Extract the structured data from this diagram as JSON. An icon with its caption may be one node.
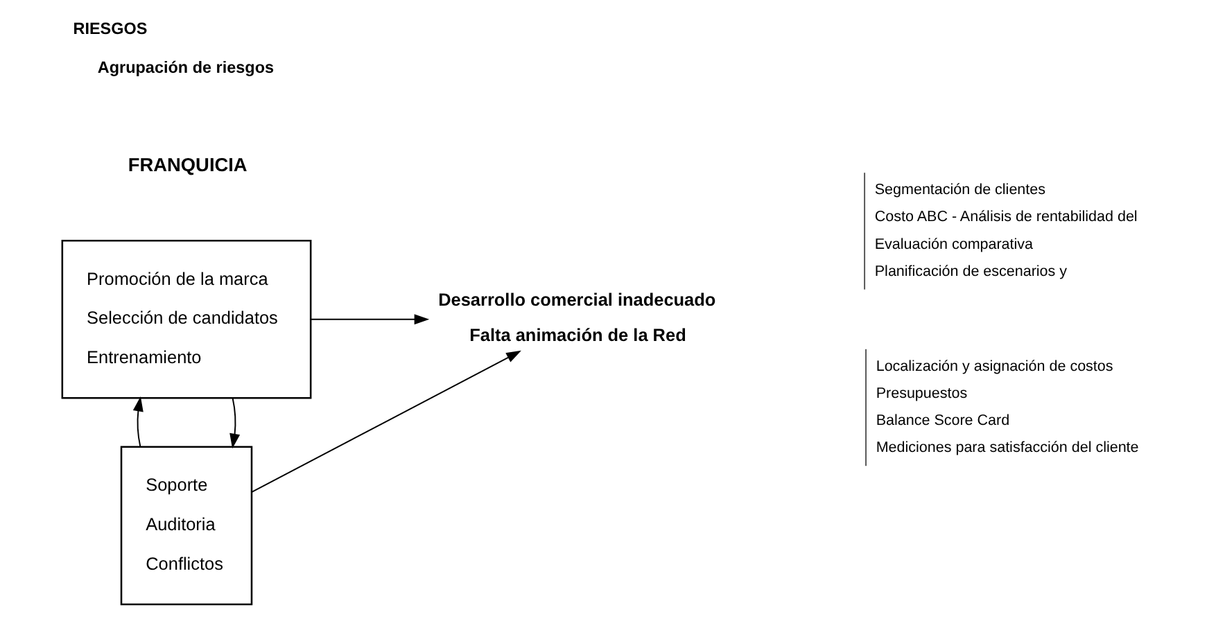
{
  "diagram": {
    "title": "RIESGOS",
    "nodes": [
      {
        "text": [
          "Promoción de la marca",
          "Selección de candidatos",
          "Entrenamiento"
        ]
      },
      {
        "text": [
          "Soporte",
          "Auditoria",
          "Conflictos"
        ]
      },
      {
        "text": [
          "Desarrollo comercial inadecuado",
          "Falta animación de la Red"
        ]
      }
    ],
    "edges": [
      {
        "from": 0,
        "to": 1,
        "arrow": "to"
      },
      {
        "from": 1,
        "to": 0,
        "arrow": "to"
      },
      {
        "from": 0,
        "to": 2,
        "arrow": "to"
      },
      {
        "from": 1,
        "to": 2,
        "arrow": "to"
      }
    ],
    "labels": [
      "FRANQUICIA",
      "Agrupación de riesgos",
      "Segmentación de clientes",
      "Costo ABC - Análisis de rentabilidad del",
      "Evaluación comparativa",
      "Planificación de escenarios y",
      "Localización y asignación de costos",
      "Presupuestos",
      "Balance Score Card",
      "Mediciones para satisfacción del cliente"
    ]
  }
}
